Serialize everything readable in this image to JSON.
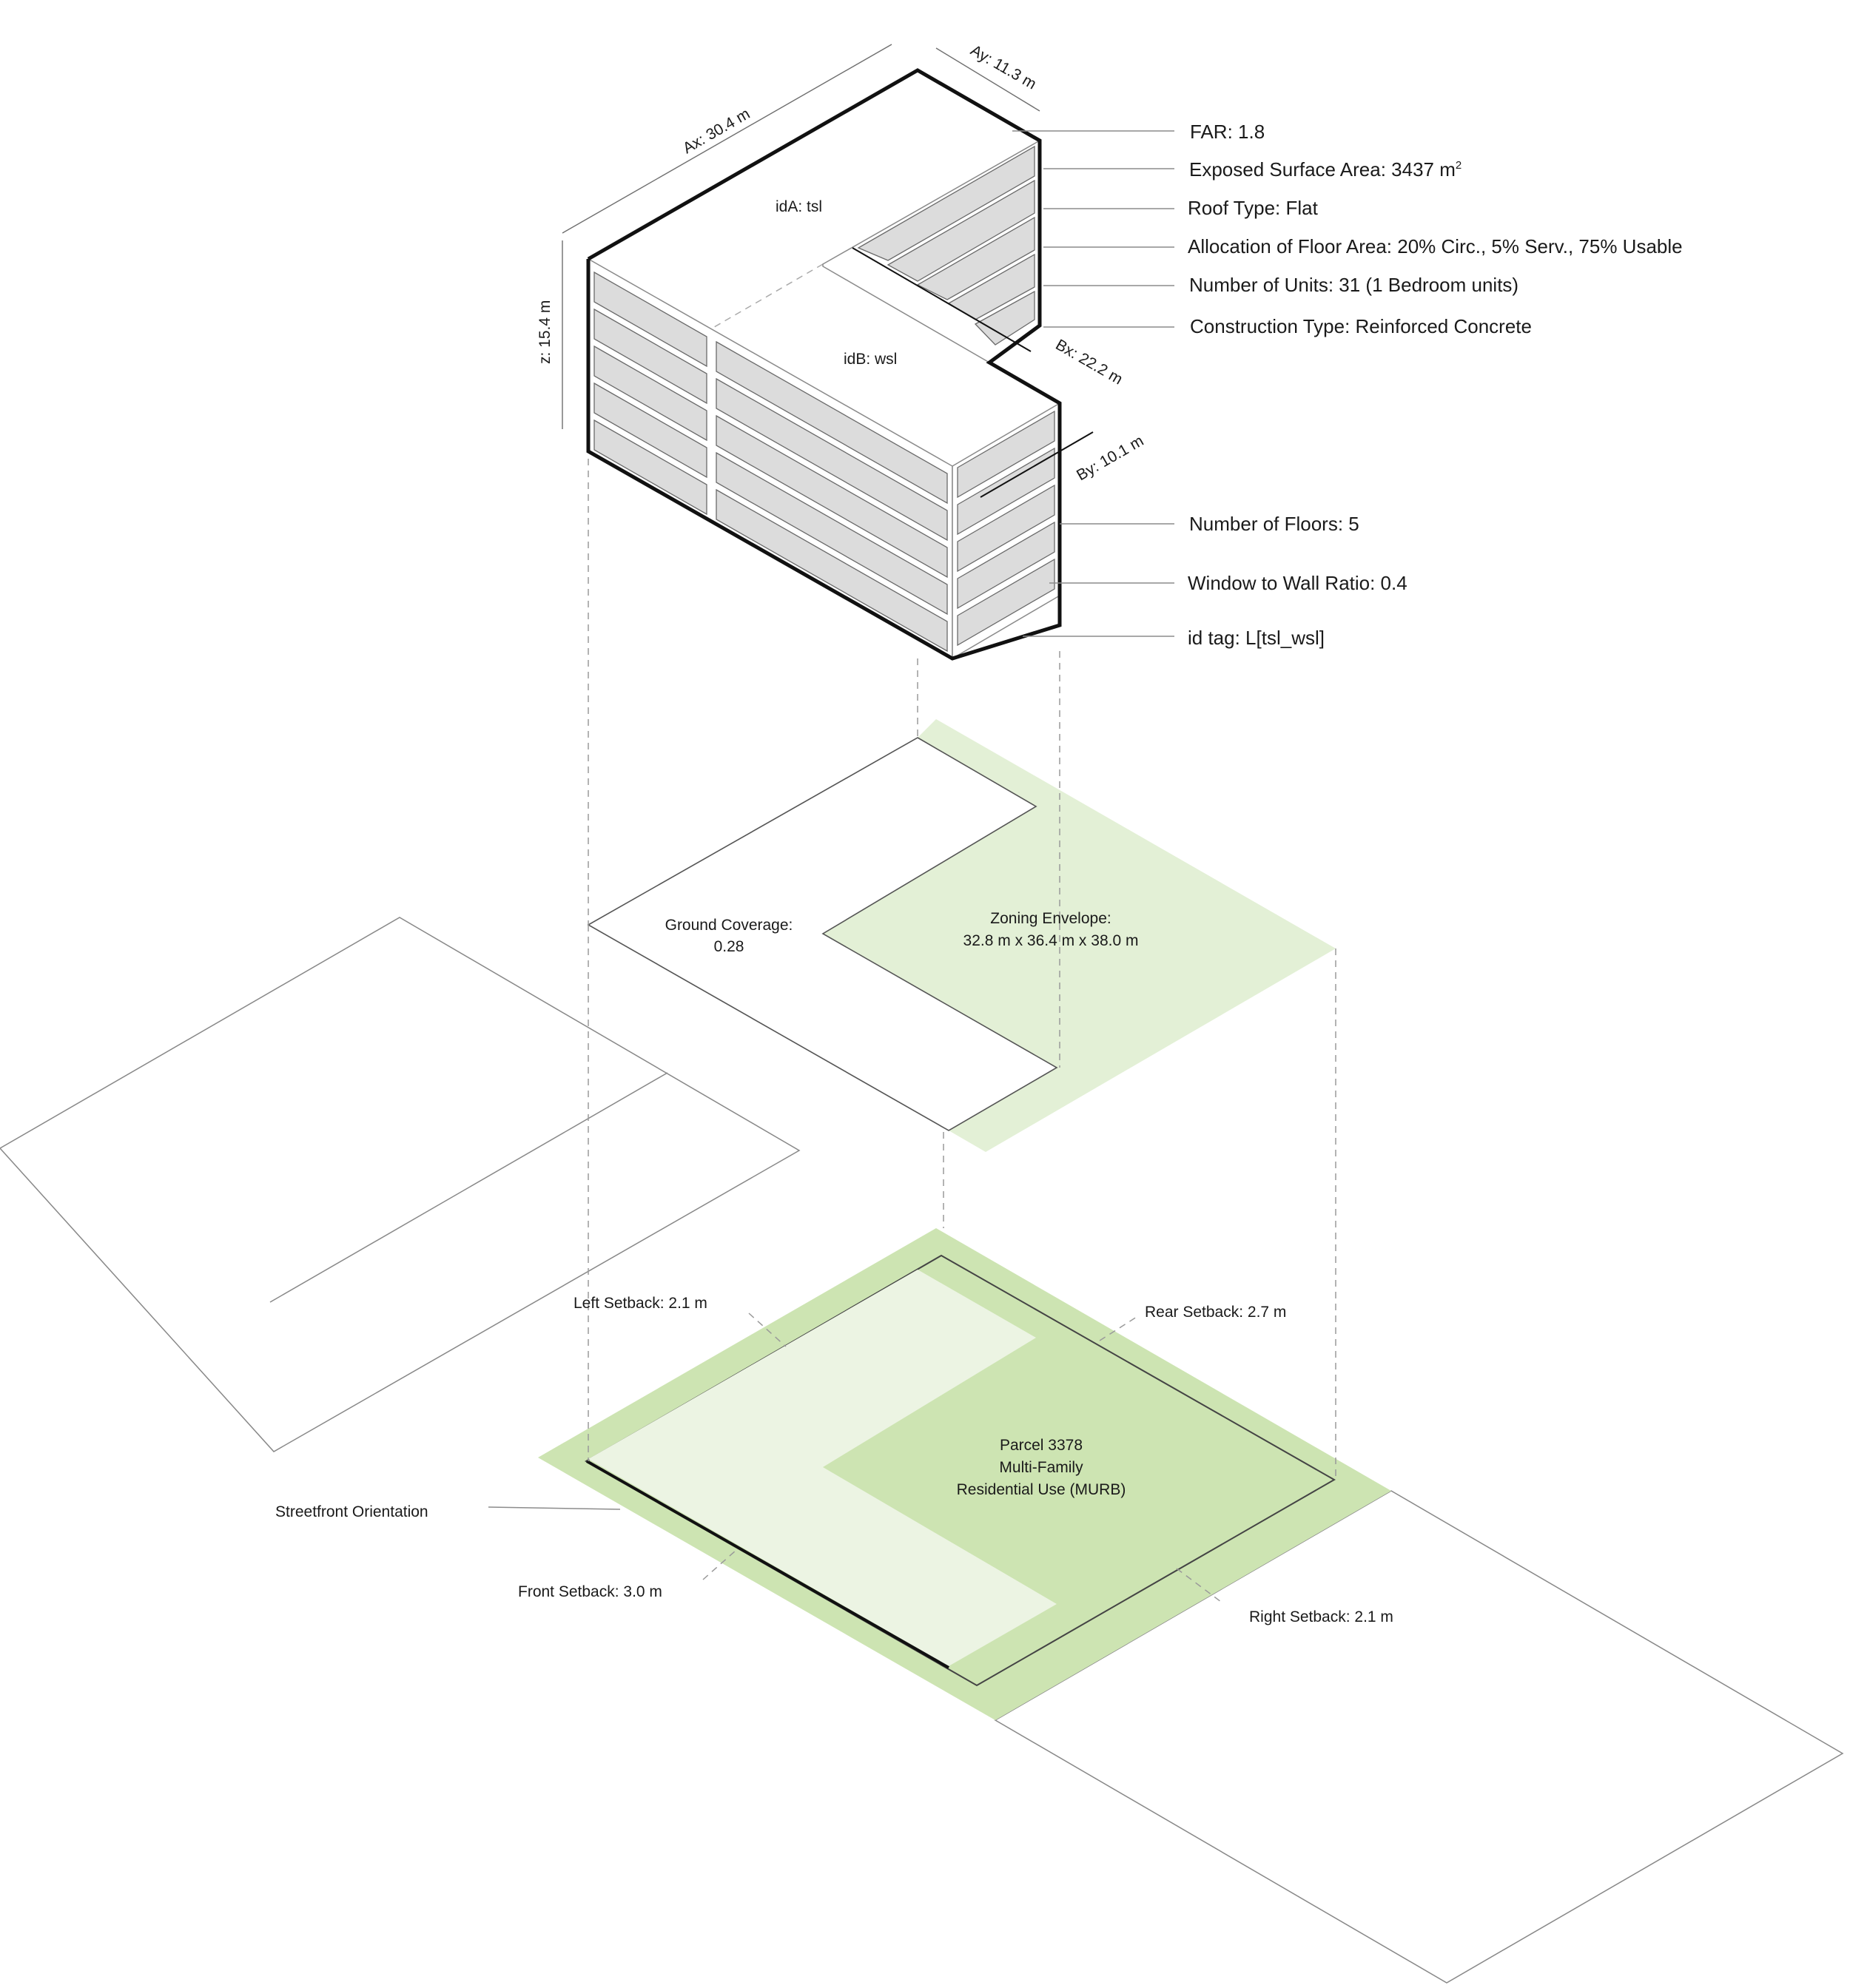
{
  "building": {
    "block_a": "idA: tsl",
    "block_b": "idB: wsl",
    "dim_ax": "Ax: 30.4 m",
    "dim_ay": "Ay: 11.3 m",
    "dim_z": "z: 15.4 m",
    "dim_bx": "Bx: 22.2 m",
    "dim_by": "By: 10.1 m"
  },
  "attributes": {
    "far": "FAR: 1.8",
    "surface_area": "Exposed Surface Area: 3437 m",
    "surface_area_sup": "2",
    "roof_type": "Roof Type: Flat",
    "floor_allocation": "Allocation of Floor Area: 20% Circ., 5% Serv., 75% Usable",
    "units": "Number of Units: 31 (1 Bedroom units)",
    "construction": "Construction Type: Reinforced Concrete",
    "floors": "Number of Floors: 5",
    "wwr": "Window to Wall Ratio: 0.4",
    "id_tag": "id tag: L[tsl_wsl]"
  },
  "footprint": {
    "ground_coverage_line1": "Ground Coverage:",
    "ground_coverage_line2": "0.28",
    "zoning_line1": "Zoning Envelope:",
    "zoning_line2": "32.8 m x 36.4 m x 38.0 m"
  },
  "parcel": {
    "line1": "Parcel 3378",
    "line2": "Multi-Family",
    "line3": "Residential Use (MURB)",
    "left_setback": "Left Setback: 2.1 m",
    "rear_setback": "Rear Setback: 2.7 m",
    "front_setback": "Front Setback: 3.0 m",
    "right_setback": "Right Setback: 2.1 m",
    "streetfront": "Streetfront Orientation"
  },
  "colors": {
    "parcel_green": "#cde4b2",
    "footprint_light": "#ecf4e3",
    "envelope_green": "#e3f0d6",
    "window_grey": "#dcdcdc",
    "outline_black": "#111111"
  }
}
